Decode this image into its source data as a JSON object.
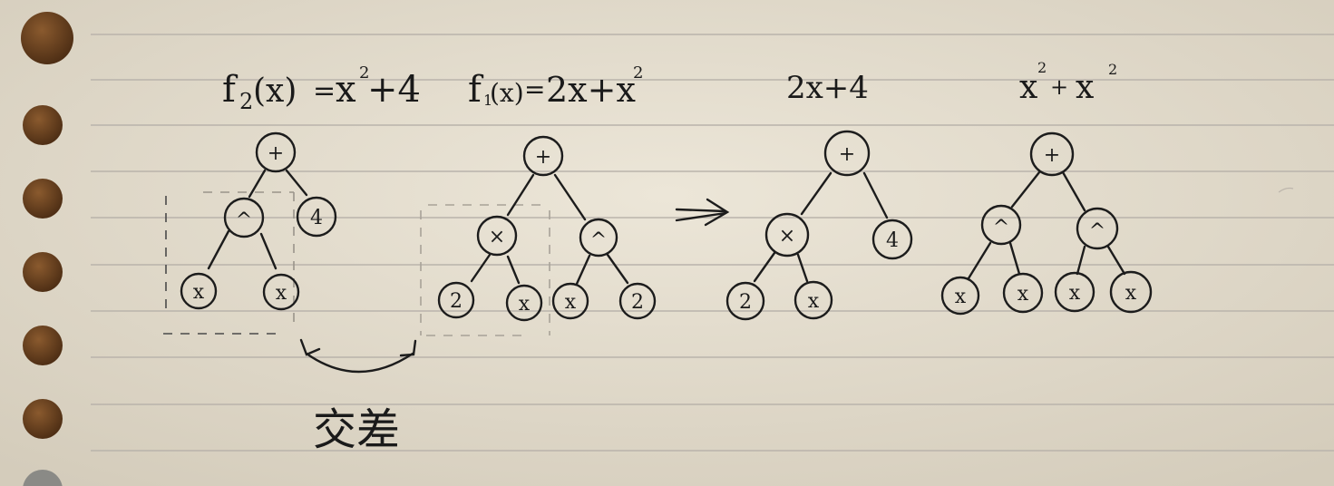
{
  "formulas": {
    "f2": {
      "name": "f",
      "sub": "2",
      "arg": "(x)",
      "eq": "=",
      "body": "x",
      "sup": "2",
      "rest": "+4"
    },
    "f1": {
      "name": "f",
      "sub": "1",
      "arg": "(x)",
      "eq": "=",
      "body": "2x+x",
      "sup": "2"
    },
    "child1": "2x+4",
    "child2": {
      "a": "x",
      "a_sup": "2",
      "op": "+",
      "b": "x",
      "b_sup": "2"
    }
  },
  "crossover_label": "交差",
  "trees": [
    {
      "id": "f2",
      "nodes": [
        {
          "id": "n1",
          "label": "+"
        },
        {
          "id": "n2",
          "label": "^"
        },
        {
          "id": "n3",
          "label": "4"
        },
        {
          "id": "n4",
          "label": "x"
        },
        {
          "id": "n5",
          "label": "x"
        }
      ]
    },
    {
      "id": "f1",
      "nodes": [
        {
          "id": "n1",
          "label": "+"
        },
        {
          "id": "n2",
          "label": "×"
        },
        {
          "id": "n3",
          "label": "^"
        },
        {
          "id": "n4",
          "label": "2"
        },
        {
          "id": "n5",
          "label": "x"
        },
        {
          "id": "n6",
          "label": "x"
        },
        {
          "id": "n7",
          "label": "2"
        }
      ]
    },
    {
      "id": "child1",
      "nodes": [
        {
          "id": "n1",
          "label": "+"
        },
        {
          "id": "n2",
          "label": "×"
        },
        {
          "id": "n3",
          "label": "4"
        },
        {
          "id": "n4",
          "label": "2"
        },
        {
          "id": "n5",
          "label": "x"
        }
      ]
    },
    {
      "id": "child2",
      "nodes": [
        {
          "id": "n1",
          "label": "+"
        },
        {
          "id": "n2",
          "label": "^"
        },
        {
          "id": "n3",
          "label": "^"
        },
        {
          "id": "n4",
          "label": "x"
        },
        {
          "id": "n5",
          "label": "x"
        },
        {
          "id": "n6",
          "label": "x"
        },
        {
          "id": "n7",
          "label": "x"
        }
      ]
    }
  ]
}
